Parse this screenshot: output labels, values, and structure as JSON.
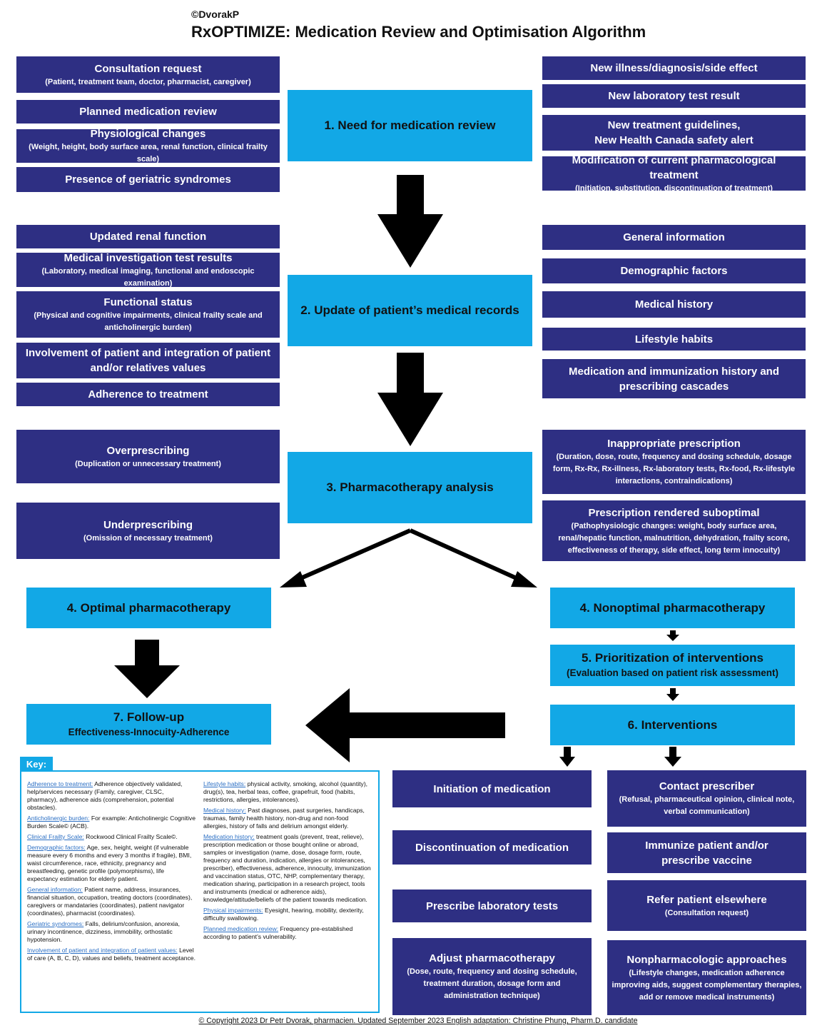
{
  "header": {
    "copyright": "©DvorakP",
    "title": "RxOPTIMIZE: Medication Review and Optimisation Algorithm"
  },
  "triggers_left": [
    {
      "title": "Consultation request",
      "detail": "(Patient, treatment team, doctor, pharmacist, caregiver)"
    },
    {
      "title": "Planned medication review",
      "detail": ""
    },
    {
      "title": "Physiological changes",
      "detail": "(Weight, height, body surface area, renal function, clinical frailty scale)"
    },
    {
      "title": "Presence of geriatric syndromes",
      "detail": ""
    }
  ],
  "triggers_right": [
    {
      "title": "New illness/diagnosis/side effect",
      "detail": ""
    },
    {
      "title": "New laboratory test result",
      "detail": ""
    },
    {
      "title": "New treatment guidelines,\nNew Health Canada safety alert",
      "detail": ""
    },
    {
      "title": "Modification of current pharmacological treatment",
      "detail": "(Initiation, substitution, discontinuation of treatment)"
    }
  ],
  "records_left": [
    {
      "title": "Updated renal function",
      "detail": ""
    },
    {
      "title": "Medical investigation test results",
      "detail": "(Laboratory, medical imaging, functional and endoscopic examination)"
    },
    {
      "title": "Functional status",
      "detail": "(Physical and cognitive impairments, clinical frailty scale and anticholinergic burden)"
    },
    {
      "title": "Involvement of patient and integration of patient and/or relatives values",
      "detail": ""
    },
    {
      "title": "Adherence to treatment",
      "detail": ""
    }
  ],
  "records_right": [
    {
      "title": "General information",
      "detail": ""
    },
    {
      "title": "Demographic factors",
      "detail": ""
    },
    {
      "title": "Medical history",
      "detail": ""
    },
    {
      "title": "Lifestyle habits",
      "detail": ""
    },
    {
      "title": "Medication and immunization history and prescribing cascades",
      "detail": ""
    }
  ],
  "analysis_left": [
    {
      "title": "Overprescribing",
      "detail": "(Duplication or unnecessary treatment)"
    },
    {
      "title": "Underprescribing",
      "detail": "(Omission of necessary treatment)"
    }
  ],
  "analysis_right": [
    {
      "title": "Inappropriate prescription",
      "detail": "(Duration, dose, route, frequency and dosing schedule, dosage form, Rx-Rx, Rx-illness, Rx-laboratory tests, Rx-food, Rx-lifestyle interactions, contraindications)"
    },
    {
      "title": "Prescription rendered suboptimal",
      "detail": "(Pathophysiologic changes: weight, body surface area, renal/hepatic function, malnutrition, dehydration, frailty score, effectiveness of therapy, side effect, long term innocuity)"
    }
  ],
  "steps": {
    "s1": {
      "title": "1. Need for medication review",
      "detail": ""
    },
    "s2": {
      "title": "2. Update of patient’s medical records",
      "detail": ""
    },
    "s3": {
      "title": "3. Pharmacotherapy analysis",
      "detail": ""
    },
    "s4a": {
      "title": "4. Optimal pharmacotherapy",
      "detail": ""
    },
    "s4b": {
      "title": "4. Nonoptimal pharmacotherapy",
      "detail": ""
    },
    "s5": {
      "title": "5. Prioritization of interventions",
      "detail": "(Evaluation based on patient risk assessment)"
    },
    "s6": {
      "title": "6. Interventions",
      "detail": ""
    },
    "s7": {
      "title": "7. Follow-up",
      "detail": "Effectiveness-Innocuity-Adherence"
    }
  },
  "interventions_left": [
    {
      "title": "Initiation of medication",
      "detail": ""
    },
    {
      "title": "Discontinuation of medication",
      "detail": ""
    },
    {
      "title": "Prescribe laboratory tests",
      "detail": ""
    },
    {
      "title": "Adjust pharmacotherapy",
      "detail": "(Dose, route, frequency and dosing schedule, treatment duration, dosage form and administration technique)"
    }
  ],
  "interventions_right": [
    {
      "title": "Contact prescriber",
      "detail": "(Refusal, pharmaceutical opinion, clinical note, verbal communication)"
    },
    {
      "title": "Immunize patient and/or\nprescribe vaccine",
      "detail": ""
    },
    {
      "title": "Refer patient elsewhere",
      "detail": "(Consultation request)"
    },
    {
      "title": "Nonpharmacologic approaches",
      "detail": "(Lifestyle changes, medication adherence improving aids, suggest complementary therapies, add or remove medical instruments)"
    }
  ],
  "key": {
    "label": "Key:",
    "col1": [
      {
        "term": "Adherence to treatment:",
        "text": " Adherence objectively validated, help/services necessary (Family, caregiver, CLSC, pharmacy), adherence aids (comprehension, potential obstacles)."
      },
      {
        "term": "Anticholinergic burden:",
        "text": " For example: Anticholinergic Cognitive Burden Scale© (ACB)."
      },
      {
        "term": "Clinical Frailty Scale:",
        "text": " Rockwood Clinical Frailty Scale©."
      },
      {
        "term": "Demographic factors:",
        "text": " Age, sex, height, weight (if vulnerable measure every 6 months and every 3 months if fragile), BMI, waist circumference, race, ethnicity, pregnancy and breastfeeding, genetic profile (polymorphisms), life expectancy estimation for elderly patient."
      },
      {
        "term": "General information:",
        "text": " Patient name, address, insurances, financial situation, occupation, treating doctors (coordinates), caregivers or mandataries (coordinates), patient navigator (coordinates), pharmacist (coordinates)."
      },
      {
        "term": "Geriatric syndromes:",
        "text": " Falls, delirium/confusion, anorexia, urinary incontinence, dizziness, immobility, orthostatic hypotension."
      },
      {
        "term": "Involvement of patient and integration of patient values:",
        "text": " Level of care (A, B, C, D), values and beliefs, treatment acceptance."
      }
    ],
    "col2": [
      {
        "term": "Lifestyle habits:",
        "text": " physical activity, smoking, alcohol (quantity), drug(s), tea, herbal teas, coffee, grapefruit, food (habits, restrictions, allergies, intolerances)."
      },
      {
        "term": "Medical history:",
        "text": " Past diagnoses, past surgeries, handicaps, traumas, family health history, non-drug and non-food allergies, history of falls and delirium amongst elderly."
      },
      {
        "term": "Medication history:",
        "text": " treatment goals (prevent, treat, relieve), prescription medication or those bought online or abroad, samples or investigation (name, dose, dosage form, route, frequency and duration, indication, allergies or intolerances, prescriber), effectiveness, adherence, innocuity, immunization and vaccination status, OTC, NHP, complementary therapy, medication sharing, participation in a research project, tools and instruments (medical or adherence aids), knowledge/attitude/beliefs of the patient towards medication."
      },
      {
        "term": "Physical impairments:",
        "text": " Eyesight, hearing, mobility, dexterity, difficulty swallowing."
      },
      {
        "term": "Planned medication review:",
        "text": " Frequency pre-established according to patient’s vulnerability."
      }
    ]
  },
  "footer": "© Copyright 2023 Dr Petr Dvorak, pharmacien. Updated September 2023 English adaptation: Christine Phung, Pharm.D. candidate",
  "colors": {
    "navy": "#2e2f83",
    "cyan": "#12a8e6",
    "arrow": "#000000"
  }
}
